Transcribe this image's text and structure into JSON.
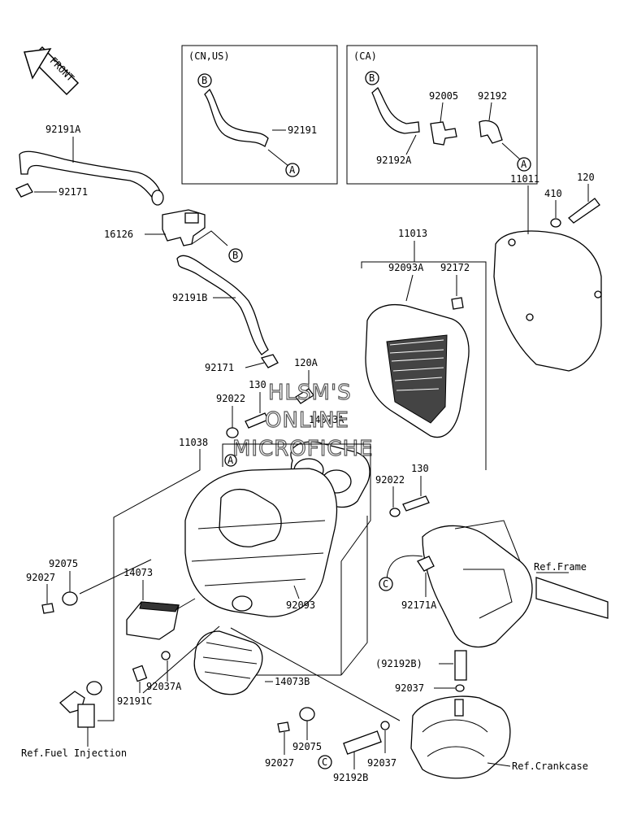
{
  "front_label": "FRONT",
  "watermark": [
    "HLSM'S",
    "ONLINE",
    "MICROFICHE"
  ],
  "insets": {
    "cn_us": {
      "title": "(CN,US)",
      "part": "92191"
    },
    "ca": {
      "title": "(CA)",
      "parts": [
        "92005",
        "92192",
        "92192A"
      ]
    }
  },
  "markers": {
    "a": "A",
    "b": "B",
    "c": "C"
  },
  "parts": {
    "p92191A": "92191A",
    "p92171_top": "92171",
    "p16126": "16126",
    "p92191B": "92191B",
    "p92171_mid": "92171",
    "p120A": "120A",
    "p130_top": "130",
    "p92022_left": "92022",
    "p14073A": "14073A",
    "p11038": "11038",
    "p11013": "11013",
    "p92093A": "92093A",
    "p92172": "92172",
    "p11011": "11011",
    "p410": "410",
    "p120": "120",
    "p92022_right": "92022",
    "p130_right": "130",
    "p92075_left": "92075",
    "p92027_left": "92027",
    "p14073": "14073",
    "p92093": "92093",
    "p92037A": "92037A",
    "p14073B": "14073B",
    "p92191C": "92191C",
    "p92171A": "92171A",
    "p92192B_paren": "(92192B)",
    "p92037_right": "92037",
    "p92075_bottom": "92075",
    "p92027_bottom": "92027",
    "p92037_bottom": "92037",
    "p92192B": "92192B"
  },
  "refs": {
    "frame": "Ref.Frame",
    "fuel_injection": "Ref.Fuel Injection",
    "crankcase": "Ref.Crankcase"
  }
}
